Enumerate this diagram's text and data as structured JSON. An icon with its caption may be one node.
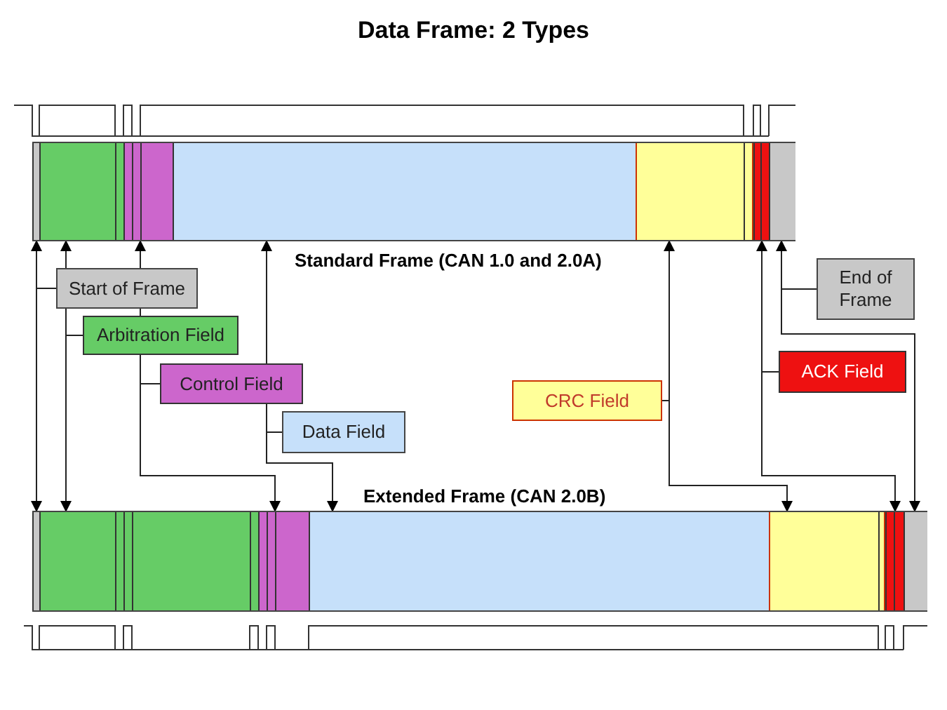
{
  "diagram": {
    "title": "Data Frame: 2 Types",
    "nodes": [
      {
        "text": [],
        "shape": "bar",
        "beside": [
          "Standard Frame (CAN 1.0 and 2.0A)"
        ]
      },
      {
        "text": [],
        "shape": "bar",
        "in": 0
      },
      {
        "text": [],
        "shape": "bar",
        "in": 0
      },
      {
        "text": [],
        "shape": "bar",
        "in": 0
      },
      {
        "text": [],
        "shape": "bar",
        "in": 0
      },
      {
        "text": [],
        "shape": "bar",
        "in": 0
      },
      {
        "text": [],
        "shape": "bar",
        "in": 0
      },
      {
        "text": [],
        "shape": "bar",
        "in": 0
      },
      {
        "text": [],
        "shape": "bar",
        "beside": [
          "Extended Frame (CAN 2.0B)"
        ]
      },
      {
        "text": [],
        "shape": "bar",
        "in": 8
      },
      {
        "text": [],
        "shape": "bar",
        "in": 8
      },
      {
        "text": [],
        "shape": "bar",
        "in": 8
      },
      {
        "text": [],
        "shape": "bar",
        "in": 8
      },
      {
        "text": [],
        "shape": "bar",
        "in": 8
      },
      {
        "text": [],
        "shape": "bar",
        "in": 8
      },
      {
        "text": [],
        "shape": "bar",
        "in": 8
      },
      {
        "text": [
          "Start of Frame"
        ]
      },
      {
        "text": [
          "Arbitration Field"
        ]
      },
      {
        "text": [
          "Control Field"
        ]
      },
      {
        "text": [
          "Data Field"
        ]
      },
      {
        "text": [
          "CRC Field"
        ]
      },
      {
        "text": [
          "ACK Field"
        ]
      },
      {
        "text": [
          "End of Frame"
        ]
      }
    ],
    "edges": [
      {
        "from": 16,
        "to": 1,
        "arrow": "to"
      },
      {
        "from": 16,
        "to": 9,
        "arrow": "to"
      },
      {
        "from": 17,
        "to": 2,
        "arrow": "to"
      },
      {
        "from": 17,
        "to": 10,
        "arrow": "to"
      },
      {
        "from": 18,
        "to": 3,
        "arrow": "to"
      },
      {
        "from": 18,
        "to": 11,
        "arrow": "to"
      },
      {
        "from": 19,
        "to": 4,
        "arrow": "to"
      },
      {
        "from": 19,
        "to": 12,
        "arrow": "to"
      },
      {
        "from": 20,
        "to": 5,
        "arrow": "to"
      },
      {
        "from": 20,
        "to": 13,
        "arrow": "to"
      },
      {
        "from": 21,
        "to": 6,
        "arrow": "to"
      },
      {
        "from": 21,
        "to": 14,
        "arrow": "to"
      },
      {
        "from": 22,
        "to": 7,
        "arrow": "to"
      },
      {
        "from": 22,
        "to": 15,
        "arrow": "to"
      }
    ]
  }
}
